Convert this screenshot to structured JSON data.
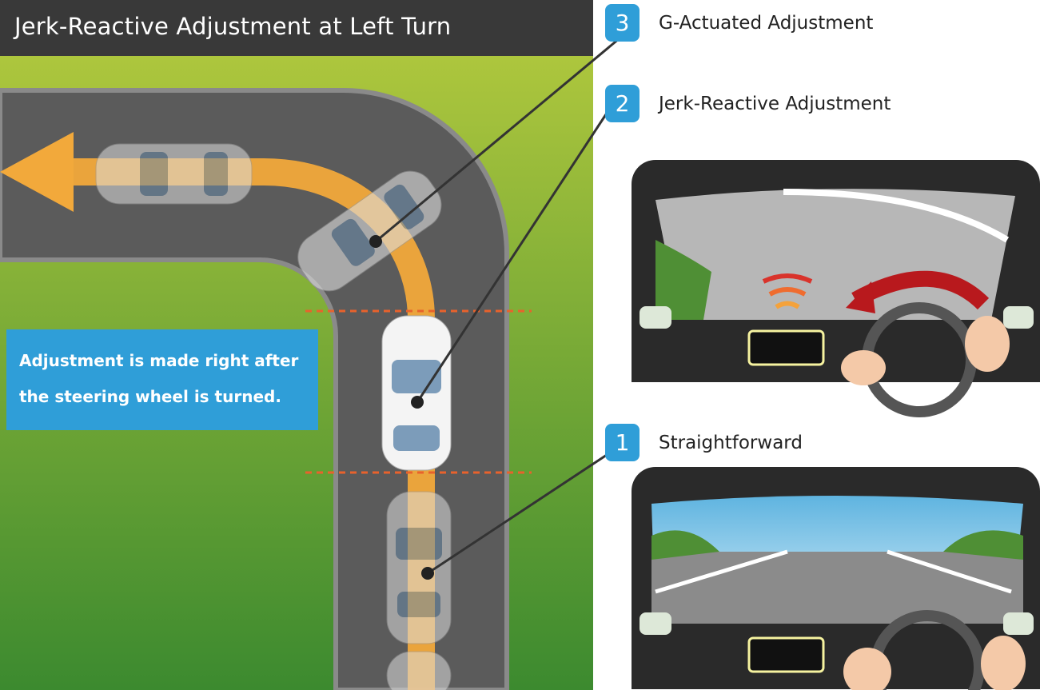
{
  "title": "Jerk-Reactive Adjustment at Left Turn",
  "info_box": {
    "line1": "Adjustment is made right after",
    "line2": "the steering wheel is turned."
  },
  "steps": [
    {
      "number": "3",
      "label": "G-Actuated Adjustment"
    },
    {
      "number": "2",
      "label": "Jerk-Reactive Adjustment"
    },
    {
      "number": "1",
      "label": "Straightforward"
    }
  ],
  "colors": {
    "accent_blue": "#2f9ed8",
    "title_bar": "#393939",
    "path_orange": "#f2a93b",
    "road": "#5b5b5b",
    "grass_top": "#a9c43c",
    "grass_bottom": "#3f8c2f"
  }
}
